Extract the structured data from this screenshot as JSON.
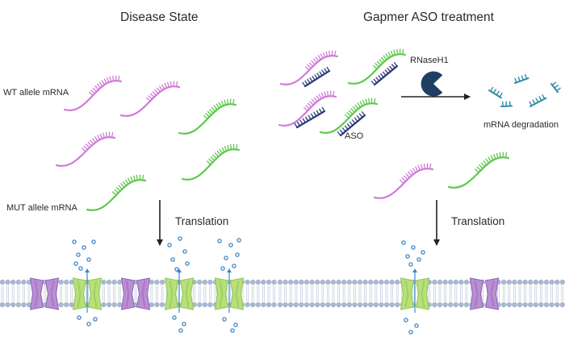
{
  "panels": {
    "left": {
      "title": "Disease State",
      "wt_label": "WT allele mRNA",
      "mut_label": "MUT allele mRNA",
      "arrow_label": "Translation"
    },
    "right": {
      "title": "Gapmer ASO treatment",
      "enzyme_label": "RNaseH1",
      "aso_label": "ASO",
      "degradation_label": "mRNA degradation",
      "arrow_label": "Translation"
    }
  },
  "colors": {
    "wt_mrna": "#cf7bd8",
    "mut_mrna": "#5cc94a",
    "aso": "#2d3a78",
    "rnase": "#1e3f63",
    "fragments": "#2c8eaa",
    "wt_protein": "#b98fd2",
    "mut_protein": "#b8e07a",
    "membrane_head": "#a9b8cf",
    "molecule": "#3d88c8",
    "arrow": "#222222"
  }
}
